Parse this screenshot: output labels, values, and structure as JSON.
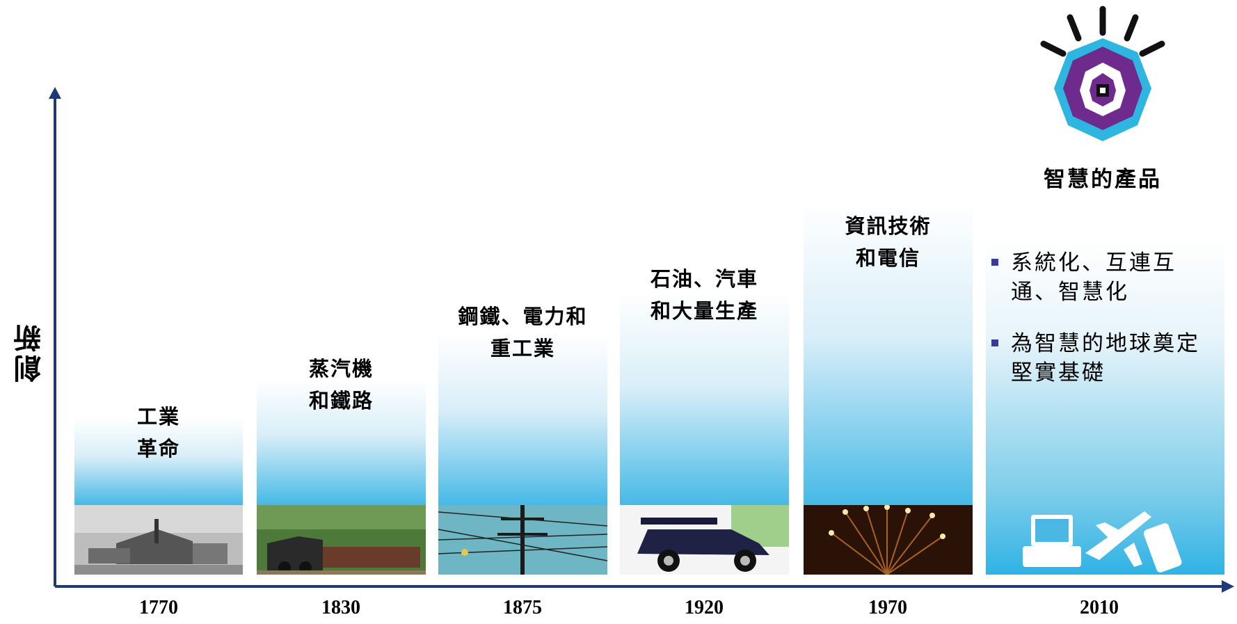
{
  "axis": {
    "y_label": "創新"
  },
  "columns": [
    {
      "year": "1770",
      "label": "工業\n革命"
    },
    {
      "year": "1830",
      "label": "蒸汽機\n和鐵路"
    },
    {
      "year": "1875",
      "label": "鋼鐵、電力和\n重工業"
    },
    {
      "year": "1920",
      "label": "石油、汽車\n和大量生產"
    },
    {
      "year": "1970",
      "label": "資訊技術\n和電信"
    },
    {
      "year": "2010",
      "label": ""
    }
  ],
  "smart_products": {
    "title": "智慧的產品",
    "bullets": [
      "系統化、互連互通、智慧化",
      "為智慧的地球奠定堅實基礎"
    ]
  },
  "colors": {
    "axis": "#1f3a7a",
    "gradient_bottom": "#46b9e6",
    "logo_purple": "#6e2a8c",
    "logo_cyan": "#2fb6e0"
  },
  "icons": [
    "factory-photo",
    "steam-train-photo",
    "power-pole-photo",
    "vintage-car-photo",
    "fiber-optics-photo",
    "laptop-icon",
    "airplane-icon",
    "phone-icon",
    "smart-planet-logo"
  ]
}
